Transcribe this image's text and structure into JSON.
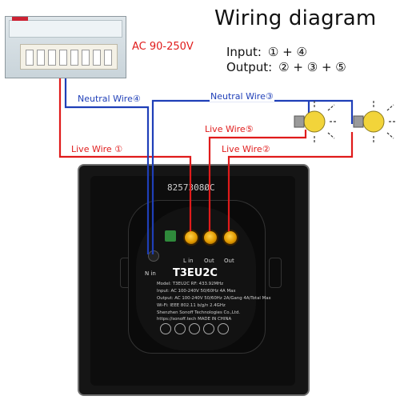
{
  "diagram": {
    "title": "Wiring diagram",
    "input_label": "Input:",
    "input_value": "① + ④",
    "output_label": "Output:",
    "output_value": "② + ③ + ⑤",
    "ac_label": "AC 90-250V",
    "wires": {
      "live1": "Live Wire ①",
      "neutral4": "Neutral Wire④",
      "neutral3": "Neutral Wire③",
      "live5": "Live Wire⑤",
      "live2": "Live Wire②"
    },
    "colors": {
      "live": "#e01b1b",
      "neutral": "#1f3fb8",
      "bulb": "#f2d43a"
    },
    "device": {
      "serial": "8257308ØC",
      "model": "T3EU2C",
      "terminal_labels": [
        "N in",
        "L in",
        "Out",
        "Out"
      ],
      "specs": [
        "Model: T3EU2C          RF: 433.92MHz",
        "Input: AC 100-240V 50/60Hz 4A Max",
        "Output: AC 100-240V 50/60Hz 2A/Gang 4A/Total Max",
        "Wi-Fi: IEEE 802.11 b/g/n 2.4GHz",
        "Shenzhen Sonoff Technologies Co.,Ltd.",
        "https://sonoff.tech      MADE IN CHINA"
      ]
    },
    "icons": [
      "breaker-box",
      "light-bulb-icon",
      "light-bulb-icon",
      "lightning-icon"
    ]
  }
}
